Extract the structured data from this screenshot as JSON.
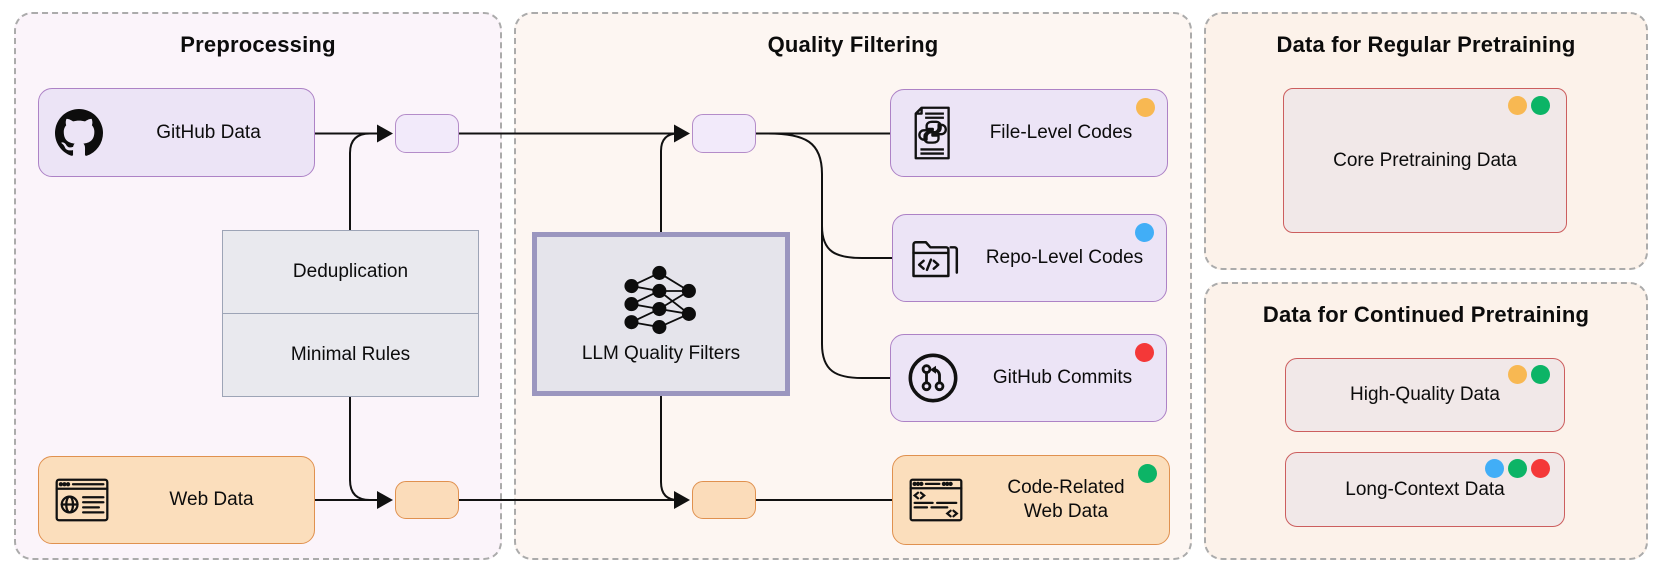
{
  "preprocessing": {
    "title": "Preprocessing",
    "github_label": "GitHub Data",
    "dedup_label": "Deduplication",
    "minimal_label": "Minimal Rules",
    "web_label": "Web Data"
  },
  "quality_filtering": {
    "title": "Quality Filtering",
    "llm_label": "LLM Quality Filters",
    "file_label": "File-Level Codes",
    "repo_label": "Repo-Level Codes",
    "commits_label": "GitHub Commits",
    "codeweb_label": "Code-Related\nWeb Data"
  },
  "regular_pretraining": {
    "title": "Data for Regular Pretraining",
    "core_label": "Core Pretraining Data"
  },
  "continued_pretraining": {
    "title": "Data for Continued Pretraining",
    "hq_label": "High-Quality Data",
    "lc_label": "Long-Context Data"
  },
  "colors": {
    "orange": "#F8B852",
    "green": "#0CB466",
    "blue": "#41AEF7",
    "red": "#F43838",
    "purple_border": "#AD82C6",
    "orange_border": "#E0914F",
    "red_border": "#CC5E5E",
    "line": "#111111"
  }
}
